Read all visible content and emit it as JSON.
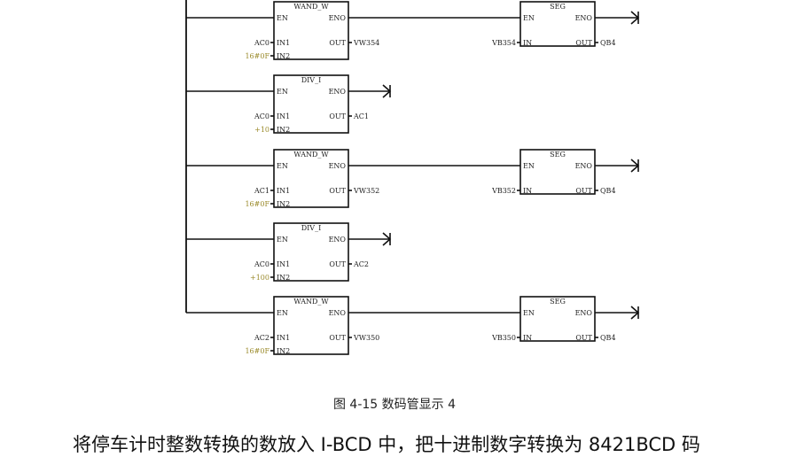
{
  "colors": {
    "line": "#111111",
    "constant": "#9a8a2a",
    "text": "#222222"
  },
  "rungs": [
    {
      "blocks": [
        {
          "title": "WAND_W",
          "pins_left": [
            "EN",
            "IN1",
            "IN2"
          ],
          "pins_right": [
            "ENO",
            "OUT"
          ],
          "in1": "AC0",
          "in2": "16#0F",
          "out": "VW354"
        },
        {
          "title": "SEG",
          "pins_left": [
            "EN",
            "IN"
          ],
          "pins_right": [
            "ENO",
            "OUT"
          ],
          "in1": "VB354",
          "out": "QB4"
        }
      ]
    },
    {
      "blocks": [
        {
          "title": "DIV_I",
          "pins_left": [
            "EN",
            "IN1",
            "IN2"
          ],
          "pins_right": [
            "ENO",
            "OUT"
          ],
          "in1": "AC0",
          "in2": "+10",
          "out": "AC1"
        }
      ]
    },
    {
      "blocks": [
        {
          "title": "WAND_W",
          "pins_left": [
            "EN",
            "IN1",
            "IN2"
          ],
          "pins_right": [
            "ENO",
            "OUT"
          ],
          "in1": "AC1",
          "in2": "16#0F",
          "out": "VW352"
        },
        {
          "title": "SEG",
          "pins_left": [
            "EN",
            "IN"
          ],
          "pins_right": [
            "ENO",
            "OUT"
          ],
          "in1": "VB352",
          "out": "QB4"
        }
      ]
    },
    {
      "blocks": [
        {
          "title": "DIV_I",
          "pins_left": [
            "EN",
            "IN1",
            "IN2"
          ],
          "pins_right": [
            "ENO",
            "OUT"
          ],
          "in1": "AC0",
          "in2": "+100",
          "out": "AC2"
        }
      ]
    },
    {
      "blocks": [
        {
          "title": "WAND_W",
          "pins_left": [
            "EN",
            "IN1",
            "IN2"
          ],
          "pins_right": [
            "ENO",
            "OUT"
          ],
          "in1": "AC2",
          "in2": "16#0F",
          "out": "VW350"
        },
        {
          "title": "SEG",
          "pins_left": [
            "EN",
            "IN"
          ],
          "pins_right": [
            "ENO",
            "OUT"
          ],
          "in1": "VB350",
          "out": "QB4"
        }
      ]
    }
  ],
  "caption": "图 4-15 数码管显示 4",
  "paragraph": "将停车计时整数转换的数放入 I-BCD 中，把十进制数字转换为 8421BCD 码"
}
